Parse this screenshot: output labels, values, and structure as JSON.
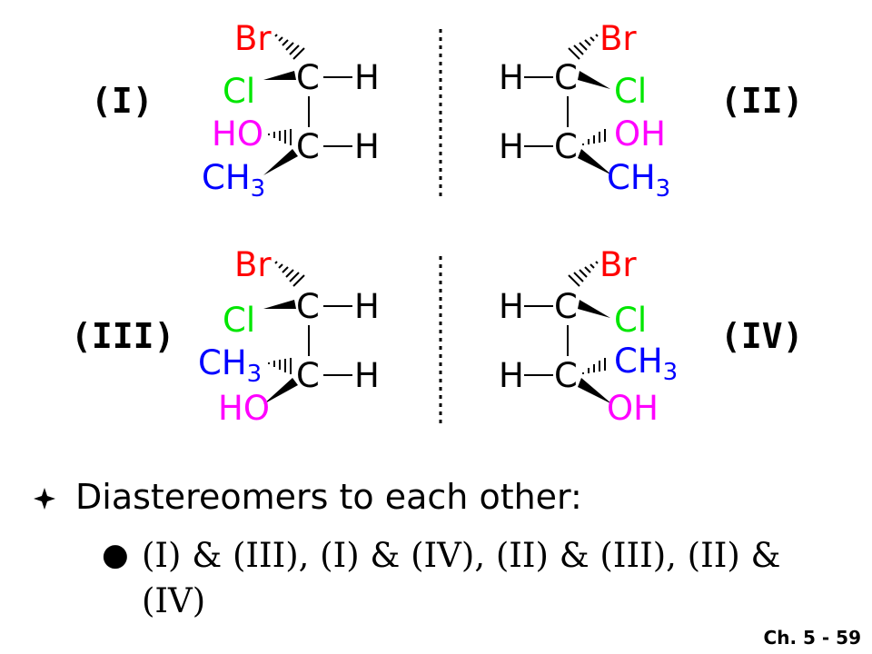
{
  "colors": {
    "br": "#ff0000",
    "cl": "#00e600",
    "oh": "#ff00ff",
    "ch3": "#0000ff",
    "carbon": "#000000"
  },
  "molecules": [
    {
      "label": "(I)",
      "top": {
        "br": "Br",
        "carbon": "C",
        "h": "H",
        "cl": "Cl"
      },
      "bottom": {
        "oh": "HO",
        "carbon": "C",
        "h": "H",
        "ch3": "CH",
        "ch3_sub": "3"
      }
    },
    {
      "label": "(II)",
      "top": {
        "br": "Br",
        "carbon": "C",
        "h": "H",
        "cl": "Cl"
      },
      "bottom": {
        "oh": "OH",
        "carbon": "C",
        "h": "H",
        "ch3": "CH",
        "ch3_sub": "3"
      }
    },
    {
      "label": "(III)",
      "top": {
        "br": "Br",
        "carbon": "C",
        "h": "H",
        "cl": "Cl"
      },
      "bottom": {
        "ch3": "CH",
        "ch3_sub": "3",
        "carbon": "C",
        "h": "H",
        "oh": "HO"
      }
    },
    {
      "label": "(IV)",
      "top": {
        "br": "Br",
        "carbon": "C",
        "h": "H",
        "cl": "Cl"
      },
      "bottom": {
        "ch3": "CH",
        "ch3_sub": "3",
        "carbon": "C",
        "h": "H",
        "oh": "OH"
      }
    }
  ],
  "bullet": {
    "main": "Diastereomers to each other:",
    "sub": "(I) & (III), (I) & (IV), (II) & (III), (II) & (IV)"
  },
  "footer": "Ch. 5 - 59"
}
